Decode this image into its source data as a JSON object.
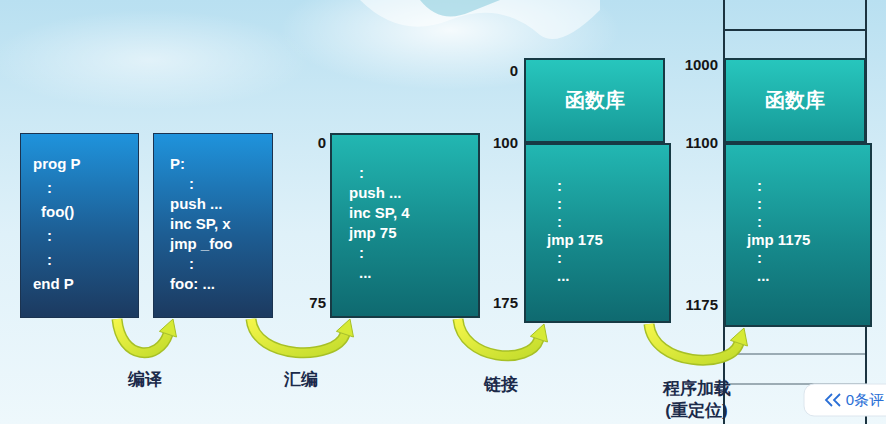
{
  "diagram": {
    "nodes": [
      {
        "text": [
          "prog P",
          ":",
          "foo()",
          ":",
          ":",
          "end P"
        ]
      },
      {
        "text": [
          "P:",
          ":",
          "push ...",
          "inc SP, x",
          "jmp _foo",
          ":",
          "foo: ..."
        ]
      },
      {
        "text": [
          ":",
          "push ...",
          "inc SP, 4",
          "jmp 75",
          ":",
          "..."
        ]
      },
      {
        "text": [
          "函数库"
        ]
      },
      {
        "text": [
          ":",
          ":",
          ":",
          "jmp 175",
          ":",
          "..."
        ]
      },
      {
        "text": [
          "函数库"
        ]
      },
      {
        "text": [
          ":",
          ":",
          ":",
          "jmp 1175",
          ":",
          "..."
        ]
      }
    ],
    "edges": [
      {
        "from": 0,
        "to": 1,
        "arrow": "to",
        "label": "编译"
      },
      {
        "from": 1,
        "to": 2,
        "arrow": "to",
        "label": "汇编"
      },
      {
        "from": 2,
        "to": 4,
        "arrow": "to",
        "label": "链接"
      },
      {
        "from": 4,
        "to": 6,
        "arrow": "to",
        "label": "程序加载 (重定位)"
      }
    ],
    "labels": [
      "0",
      "75",
      "0",
      "100",
      "175",
      "1000",
      "1100",
      "1175",
      "0条评"
    ]
  }
}
